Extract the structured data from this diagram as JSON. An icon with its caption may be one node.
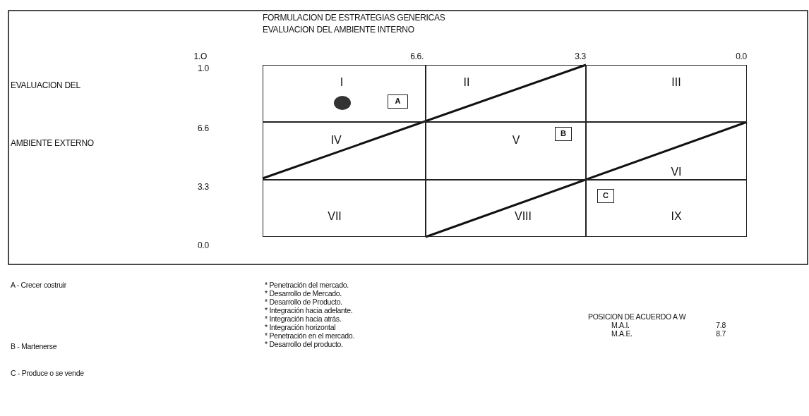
{
  "diagram": {
    "title": "FORMULACION DE ESTRATEGIAS GENERICAS",
    "nodes": [
      {
        "text": [
          "I"
        ]
      },
      {
        "text": [
          "II"
        ]
      },
      {
        "text": [
          "III"
        ]
      },
      {
        "text": [
          "IV"
        ]
      },
      {
        "text": [
          "V"
        ]
      },
      {
        "text": [
          "VI"
        ]
      },
      {
        "text": [
          "VII"
        ]
      },
      {
        "text": [
          "VIII"
        ]
      },
      {
        "text": [
          "IX"
        ]
      },
      {
        "text": [
          "A"
        ],
        "in": 0
      },
      {
        "text": [
          "B"
        ],
        "in": 4
      },
      {
        "text": [
          "C"
        ],
        "in": 8
      }
    ],
    "edges": [],
    "labels": [
      "EVALUACION DEL AMBIENTE INTERNO",
      "1.O",
      "6.6.",
      "3.3",
      "0.0",
      "1.0",
      "6.6",
      "3.3",
      "0.0",
      "EVALUACION DEL",
      "AMBIENTE EXTERNO",
      "A - Crecer costruir",
      "B - Martenerse",
      "C - Produce o se vende",
      "* Penetración del mercado.",
      "* Desarrollo de Mercado.",
      "* Desarrollo de Producto.",
      "* Integración hacia adelante.",
      "* Integración hacia atrás.",
      "* Integración horizontal",
      "* Penetración en el mercado.",
      "* Desarrollo del producto.",
      "POSICION DE ACUERDO A W",
      "M.A.I.",
      "7.8",
      "M.A.E.",
      "8.7"
    ]
  }
}
